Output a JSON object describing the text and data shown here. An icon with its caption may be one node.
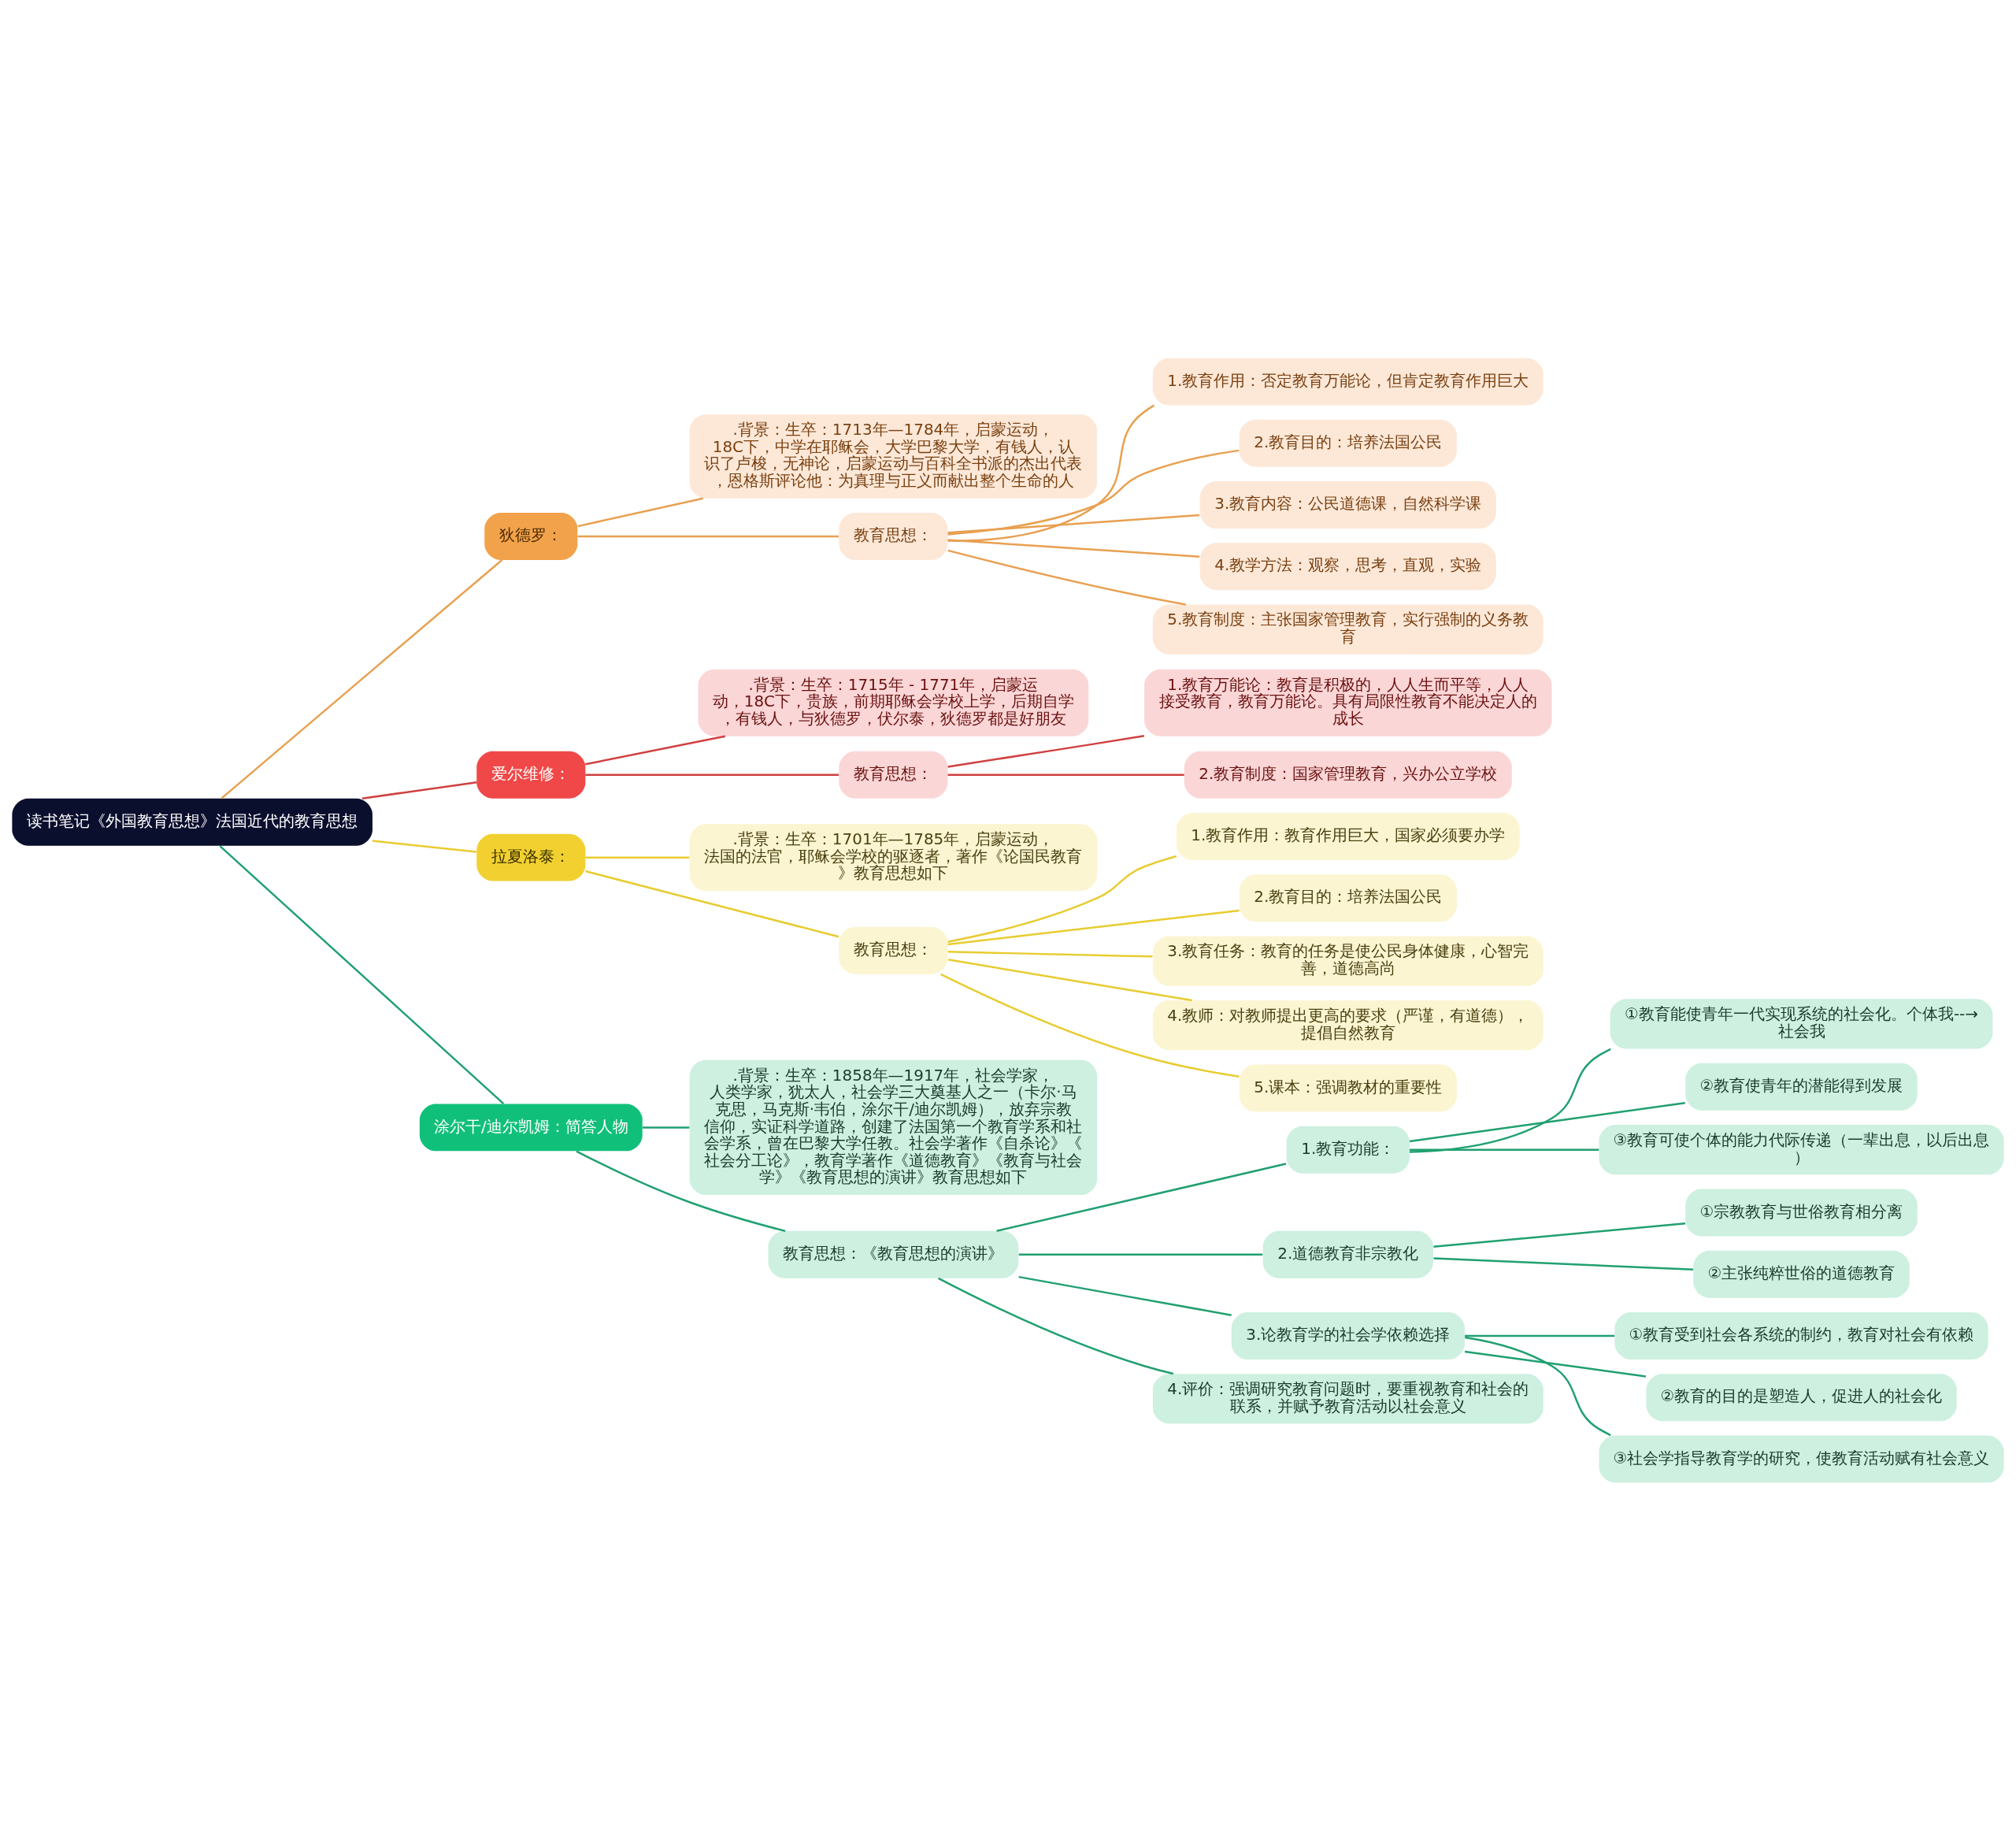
{
  "diagram": {
    "nodes": [
      {
        "text": [
          "读书笔记《外国教育思想》法国近代的教育思想"
        ]
      },
      {
        "text": [
          "狄德罗："
        ]
      },
      {
        "text": [
          ".背景：生卒：1713年—1784年，启蒙运动，18C下，中学在耶稣会，大学巴黎大学，有钱人，认识了卢梭，无神论，启蒙运动与百科全书派的杰出代表，恩格斯评论他：为真理与正义而献出整个生命的人"
        ]
      },
      {
        "text": [
          "教育思想："
        ]
      },
      {
        "text": [
          "1.教育作用：否定教育万能论，但肯定教育作用巨大"
        ]
      },
      {
        "text": [
          "2.教育目的：培养法国公民"
        ]
      },
      {
        "text": [
          "3.教育内容：公民道德课，自然科学课"
        ]
      },
      {
        "text": [
          "4.教学方法：观察，思考，直观，实验"
        ]
      },
      {
        "text": [
          "5.教育制度：主张国家管理教育，实行强制的义务教育"
        ]
      },
      {
        "text": [
          "爱尔维修："
        ]
      },
      {
        "text": [
          ".背景：生卒：1715年 - 1771年，启蒙运动，18C下，贵族，前期耶稣会学校上学，后期自学，有钱人，与狄德罗，伏尔泰，狄德罗都是好朋友"
        ]
      },
      {
        "text": [
          "教育思想："
        ]
      },
      {
        "text": [
          "1.教育万能论：教育是积极的，人人生而平等，人人接受教育，教育万能论。具有局限性教育不能决定人的成长"
        ]
      },
      {
        "text": [
          "2.教育制度：国家管理教育，兴办公立学校"
        ]
      },
      {
        "text": [
          "拉夏洛泰："
        ]
      },
      {
        "text": [
          ".背景：生卒：1701年—1785年，启蒙运动，法国的法官，耶稣会学校的驱逐者，著作《论国民教育》教育思想如下"
        ]
      },
      {
        "text": [
          "教育思想："
        ]
      },
      {
        "text": [
          "1.教育作用：教育作用巨大，国家必须要办学"
        ]
      },
      {
        "text": [
          "2.教育目的：培养法国公民"
        ]
      },
      {
        "text": [
          "3.教育任务：教育的任务是使公民身体健康，心智完善，道德高尚"
        ]
      },
      {
        "text": [
          "4.教师：对教师提出更高的要求（严谨，有道德），提倡自然教育"
        ]
      },
      {
        "text": [
          "5.课本：强调教材的重要性"
        ]
      },
      {
        "text": [
          "涂尔干/迪尔凯姆：简答人物"
        ]
      },
      {
        "text": [
          ".背景：生卒：1858年—1917年，社会学家，人类学家，犹太人，社会学三大奠基人之一（卡尔·马克思，马克斯·韦伯，涂尔干/迪尔凯姆），放弃宗教信仰，实证科学道路，创建了法国第一个教育学系和社会学系，曾在巴黎大学任教。社会学著作《自杀论》《社会分工论》，教育学著作《道德教育》《教育与社会学》《教育思想的演讲》教育思想如下"
        ]
      },
      {
        "text": [
          "教育思想：《教育思想的演讲》"
        ]
      },
      {
        "text": [
          "1.教育功能："
        ]
      },
      {
        "text": [
          "①教育能使青年一代实现系统的社会化。个体我--→社会我"
        ]
      },
      {
        "text": [
          "②教育使青年的潜能得到发展"
        ]
      },
      {
        "text": [
          "③教育可使个体的能力代际传递（一辈出息，以后出息）"
        ]
      },
      {
        "text": [
          "2.道德教育非宗教化"
        ]
      },
      {
        "text": [
          "①宗教教育与世俗教育相分离"
        ]
      },
      {
        "text": [
          "②主张纯粹世俗的道德教育"
        ]
      },
      {
        "text": [
          "3.论教育学的社会学依赖选择"
        ]
      },
      {
        "text": [
          "①教育受到社会各系统的制约，教育对社会有依赖"
        ]
      },
      {
        "text": [
          "②教育的目的是塑造人，促进人的社会化"
        ]
      },
      {
        "text": [
          "③社会学指导教育学的研究，使教育活动赋有社会意义"
        ]
      },
      {
        "text": [
          "4.评价：强调研究教育问题时，要重视教育和社会的联系，并赋予教育活动以社会意义"
        ]
      }
    ],
    "edges": [
      {
        "from": 0,
        "to": 1,
        "arrow": "none",
        "color": "#e8a050"
      },
      {
        "from": 1,
        "to": 2,
        "arrow": "none",
        "color": "#e8a050"
      },
      {
        "from": 1,
        "to": 3,
        "arrow": "none",
        "color": "#e8a050"
      },
      {
        "from": 3,
        "to": 4,
        "arrow": "none",
        "color": "#e8a050"
      },
      {
        "from": 3,
        "to": 5,
        "arrow": "none",
        "color": "#e8a050"
      },
      {
        "from": 3,
        "to": 6,
        "arrow": "none",
        "color": "#e8a050"
      },
      {
        "from": 3,
        "to": 7,
        "arrow": "none",
        "color": "#e8a050"
      },
      {
        "from": 3,
        "to": 8,
        "arrow": "none",
        "color": "#e8a050"
      },
      {
        "from": 0,
        "to": 9,
        "arrow": "none",
        "color": "#d04040"
      },
      {
        "from": 9,
        "to": 10,
        "arrow": "none",
        "color": "#d04040"
      },
      {
        "from": 9,
        "to": 11,
        "arrow": "none",
        "color": "#d04040"
      },
      {
        "from": 11,
        "to": 12,
        "arrow": "none",
        "color": "#d04040"
      },
      {
        "from": 11,
        "to": 13,
        "arrow": "none",
        "color": "#d04040"
      },
      {
        "from": 0,
        "to": 14,
        "arrow": "none",
        "color": "#e8cc30"
      },
      {
        "from": 14,
        "to": 15,
        "arrow": "none",
        "color": "#e8cc30"
      },
      {
        "from": 14,
        "to": 16,
        "arrow": "none",
        "color": "#e8cc30"
      },
      {
        "from": 16,
        "to": 17,
        "arrow": "none",
        "color": "#e8cc30"
      },
      {
        "from": 16,
        "to": 18,
        "arrow": "none",
        "color": "#e8cc30"
      },
      {
        "from": 16,
        "to": 19,
        "arrow": "none",
        "color": "#e8cc30"
      },
      {
        "from": 16,
        "to": 20,
        "arrow": "none",
        "color": "#e8cc30"
      },
      {
        "from": 16,
        "to": 21,
        "arrow": "none",
        "color": "#e8cc30"
      },
      {
        "from": 0,
        "to": 22,
        "arrow": "none"
      },
      {
        "from": 22,
        "to": 23,
        "arrow": "none"
      },
      {
        "from": 22,
        "to": 24,
        "arrow": "none"
      },
      {
        "from": 24,
        "to": 25,
        "arrow": "none"
      },
      {
        "from": 25,
        "to": 26,
        "arrow": "none"
      },
      {
        "from": 25,
        "to": 27,
        "arrow": "none"
      },
      {
        "from": 25,
        "to": 28,
        "arrow": "none"
      },
      {
        "from": 24,
        "to": 29,
        "arrow": "none"
      },
      {
        "from": 29,
        "to": 30,
        "arrow": "none"
      },
      {
        "from": 29,
        "to": 31,
        "arrow": "none"
      },
      {
        "from": 24,
        "to": 32,
        "arrow": "none"
      },
      {
        "from": 32,
        "to": 33,
        "arrow": "none"
      },
      {
        "from": 32,
        "to": 34,
        "arrow": "none"
      },
      {
        "from": 32,
        "to": 35,
        "arrow": "none"
      },
      {
        "from": 24,
        "to": 36,
        "arrow": "none"
      }
    ]
  }
}
